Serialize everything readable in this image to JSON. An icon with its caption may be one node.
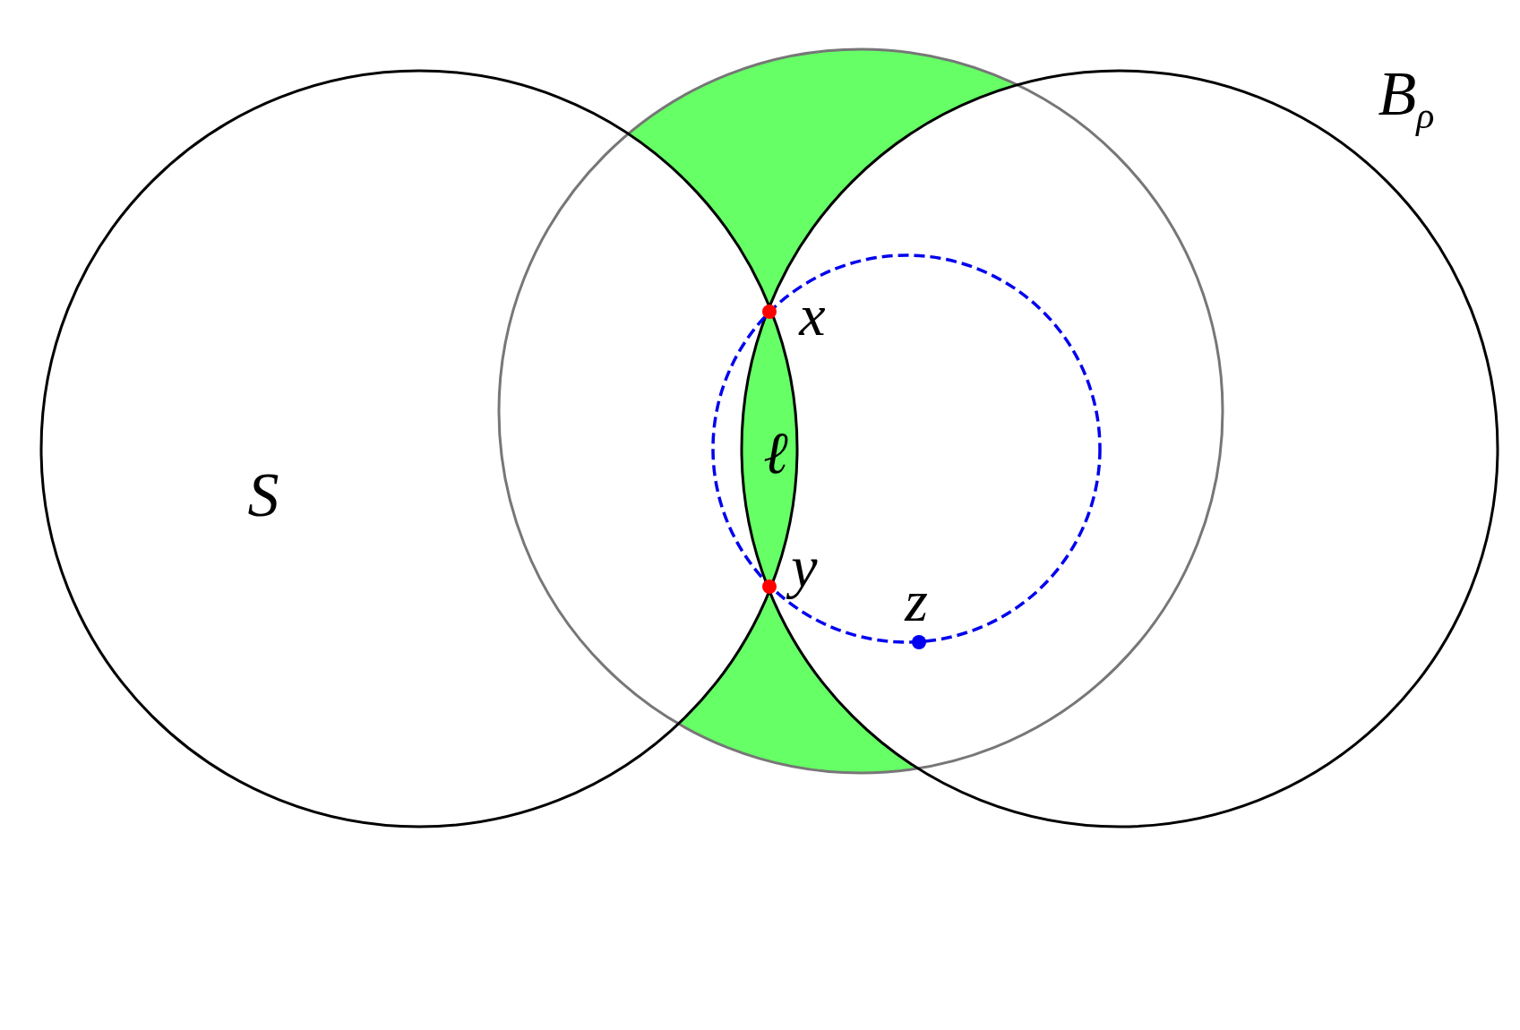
{
  "diagram": {
    "labels": [
      "B$_{ρ}$",
      "x",
      "ℓ",
      "S",
      "y",
      "z"
    ]
  }
}
